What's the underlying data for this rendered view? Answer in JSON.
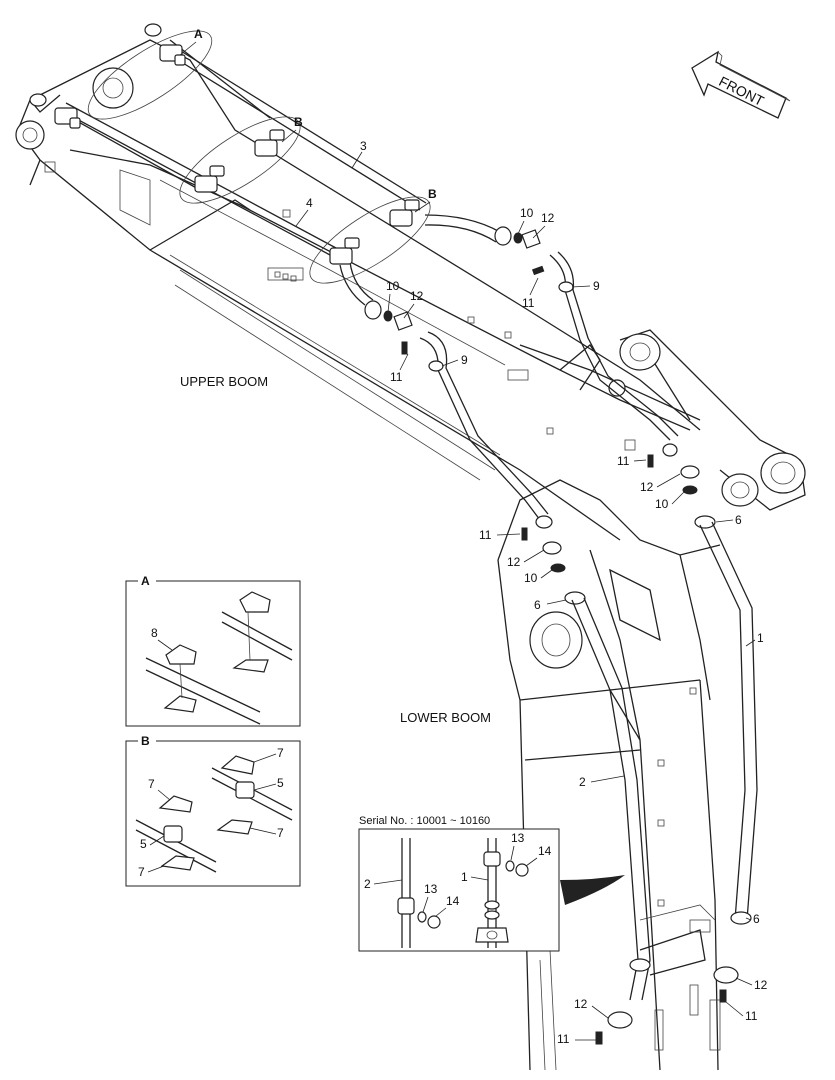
{
  "sections": {
    "upper_boom": "UPPER BOOM",
    "lower_boom": "LOWER BOOM",
    "front": "FRONT"
  },
  "detail_a": {
    "title": "A",
    "callouts": [
      "8"
    ]
  },
  "detail_b": {
    "title": "B",
    "callouts": [
      "7",
      "5",
      "7",
      "7",
      "5",
      "7"
    ]
  },
  "serial_inset": {
    "title": "Serial No. : 10001 ~ 10160",
    "callouts": [
      "13",
      "14",
      "2",
      "1",
      "13",
      "14"
    ]
  },
  "view_markers": [
    "A",
    "B",
    "B"
  ],
  "callouts": {
    "c3": "3",
    "c4": "4",
    "c10a": "10",
    "c12a": "12",
    "c9a": "9",
    "c11a": "11",
    "c10b": "10",
    "c12b": "12",
    "c9b": "9",
    "c11b": "11",
    "c11c": "11",
    "c12c": "12",
    "c10c": "10",
    "c6a": "6",
    "c11d": "11",
    "c12d": "12",
    "c10d": "10",
    "c6b": "6",
    "c1": "1",
    "c2": "2",
    "c6c": "6",
    "c12e": "12",
    "c11e": "11",
    "c12f": "12",
    "c11f": "11"
  }
}
